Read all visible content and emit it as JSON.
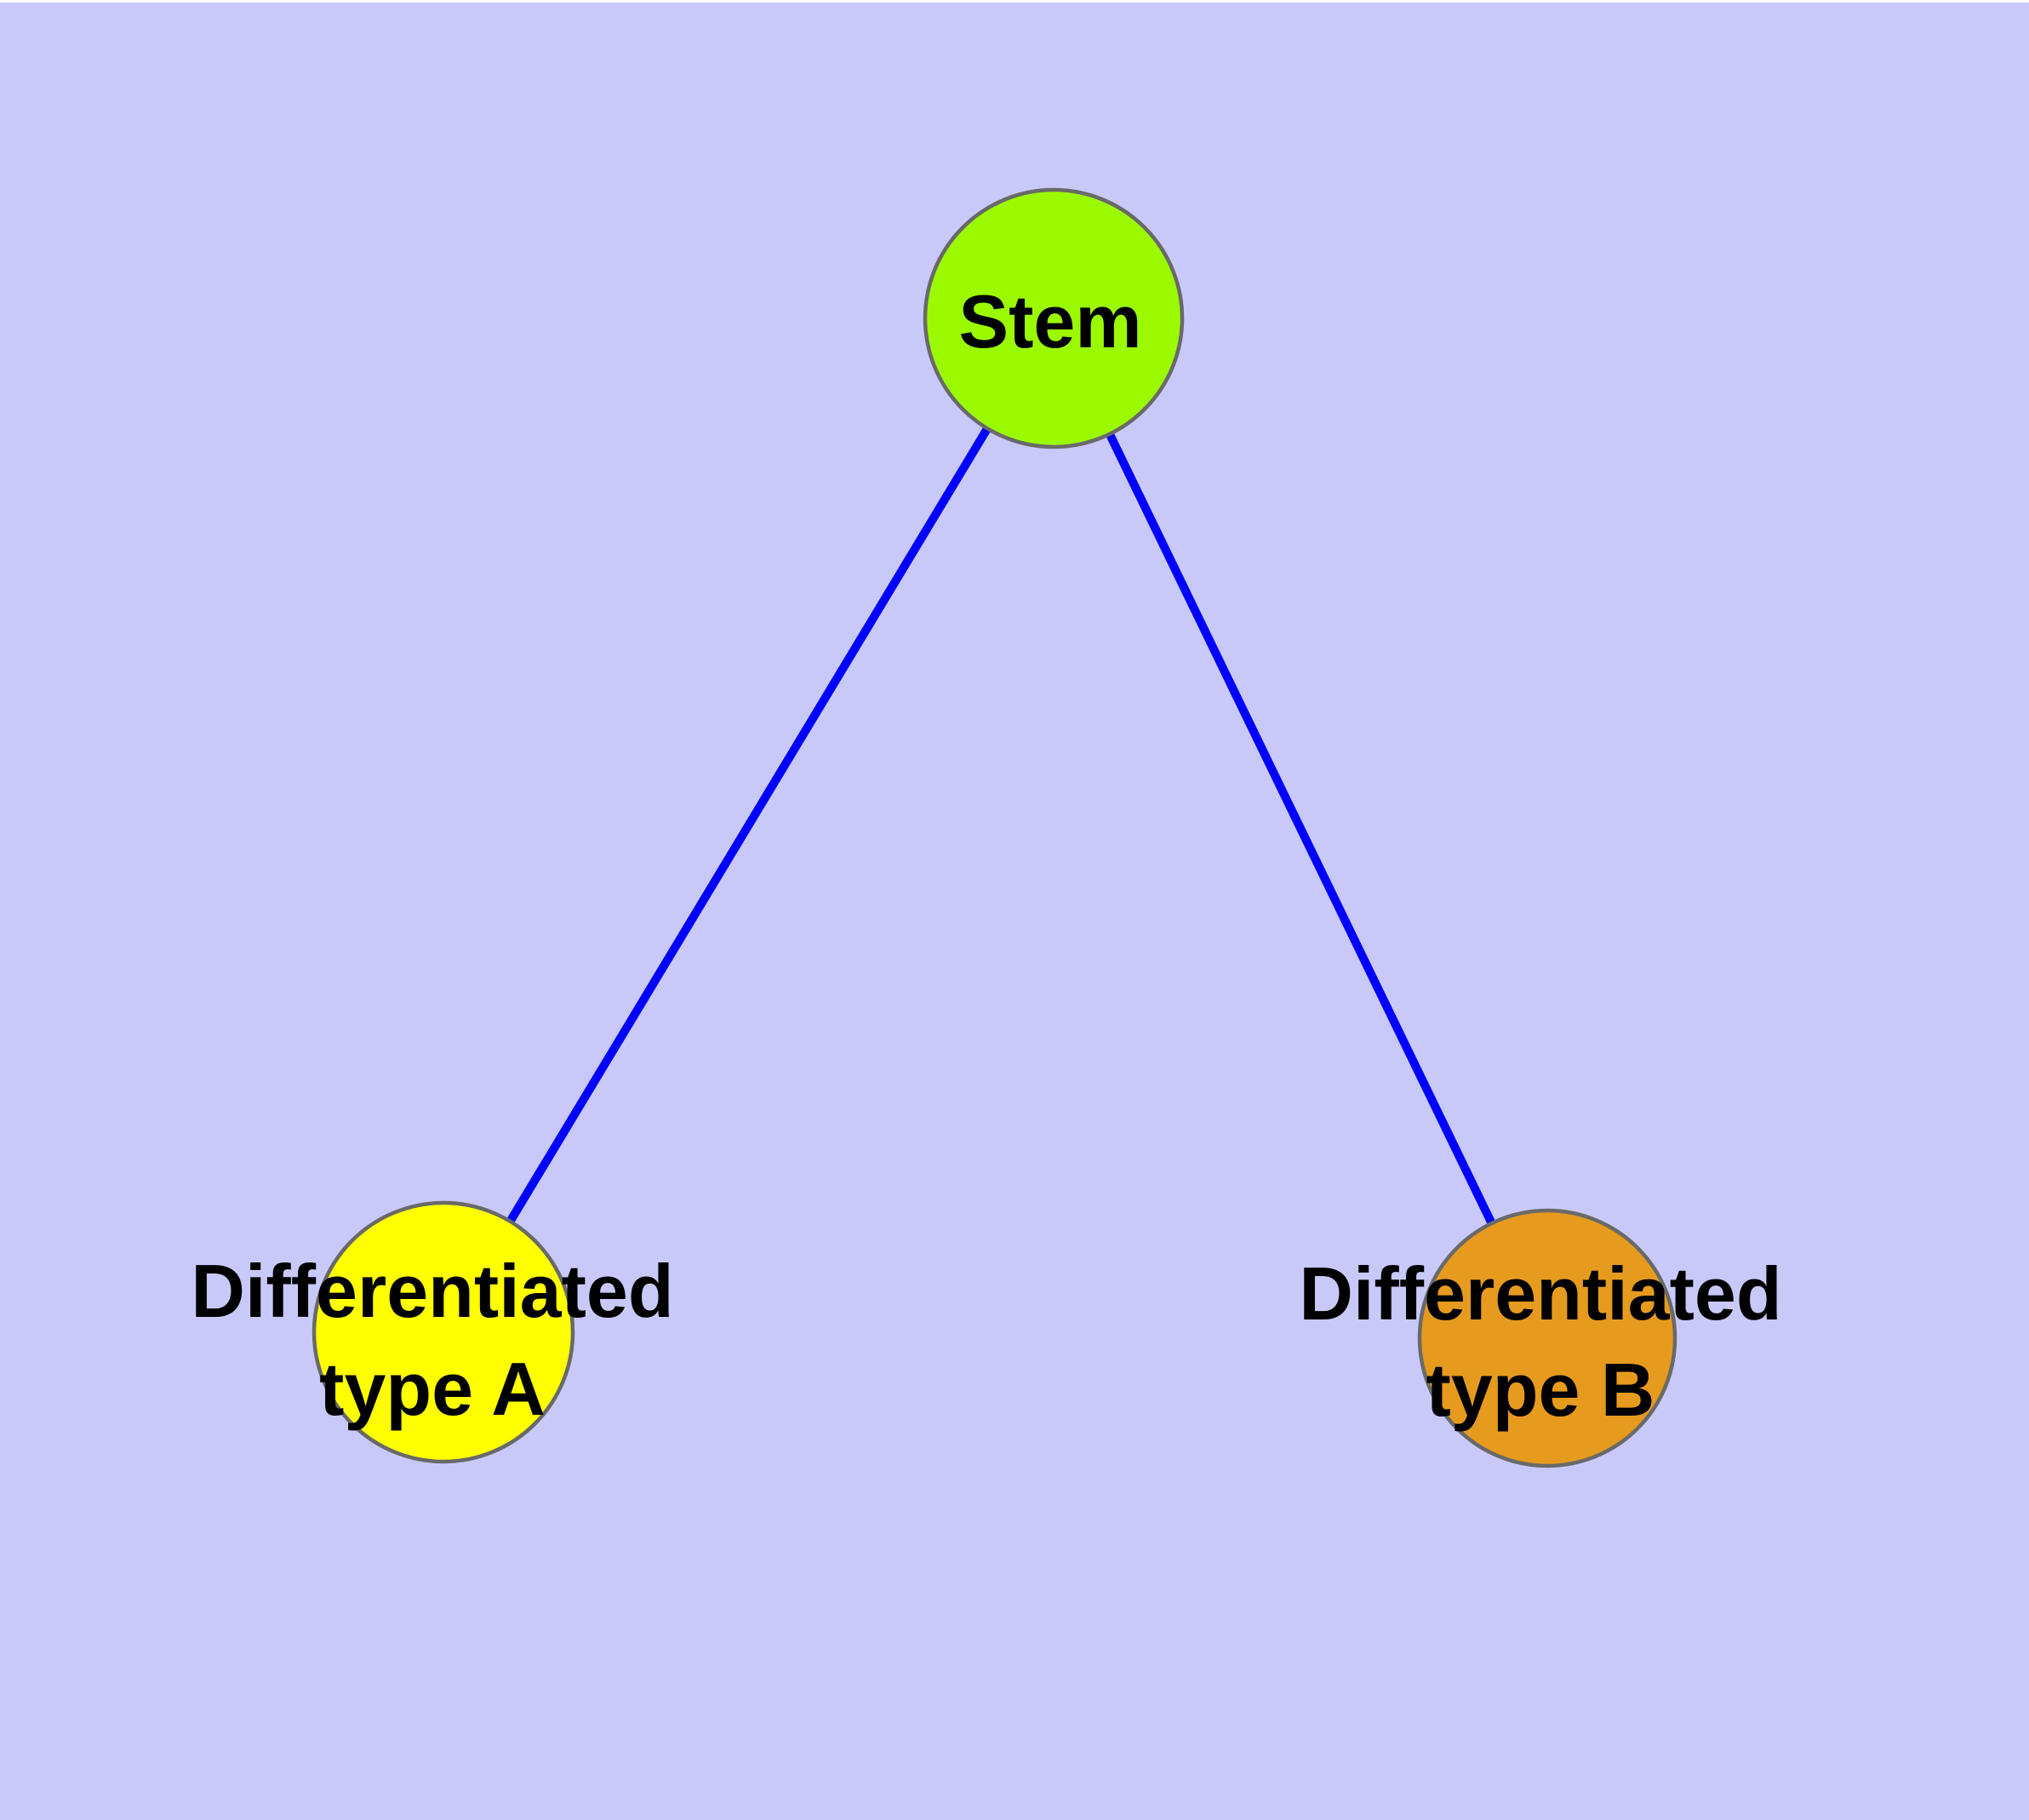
{
  "figure": {
    "kind": "node-link-diagram",
    "background_color": "#c9c9f9",
    "top_margin_color": "#ffffff",
    "edge_color": "#0000ff",
    "node_border_color": "#696969",
    "label_color": "#000000",
    "nodes": {
      "stem": {
        "label": "Stem",
        "fill_color": "#9bfa00"
      },
      "type_a": {
        "label": "Differentiated type A",
        "line1": "Differentiated",
        "line2": "type A",
        "fill_color": "#ffff00"
      },
      "type_b": {
        "label": "Differentiated type B",
        "line1": "Differentiated",
        "line2": "type B",
        "fill_color": "#e69b1e"
      }
    },
    "edges": [
      {
        "from": "Stem",
        "to": "Differentiated type A"
      },
      {
        "from": "Stem",
        "to": "Differentiated type B"
      }
    ]
  }
}
